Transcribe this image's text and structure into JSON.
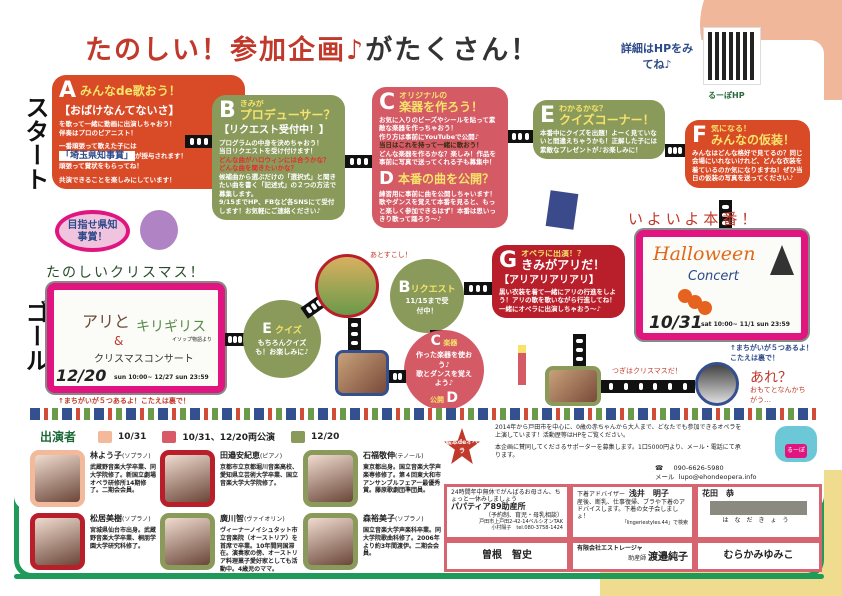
{
  "header": {
    "title_part1": "たのしい！参加企画♪",
    "title_part2": "がたくさん！",
    "hp_note": "詳細はHPをみてね♪",
    "qr_label": "るーぽHP"
  },
  "side": {
    "start": "スタート",
    "goal": "ゴール"
  },
  "A": {
    "letter": "A",
    "heading": "みんなde歌おう！",
    "big": "【おばけなんてないさ】",
    "l1": "を歌って一緒に動画に出演しちゃおう！",
    "l2": "伴奏はプロのピアニスト！",
    "l3": "一番頑張って歌えた子には",
    "award": "「埼玉県知事賞」",
    "l4": "が授与されます！",
    "l5": "頑張って賞状をもらってね！",
    "l6": "共演できることを楽しみにしています！"
  },
  "badge": "目指せ県知事賞！",
  "B": {
    "letter": "B",
    "sub": "きみが",
    "heading": "プロデューサー？",
    "big": "【リクエスト受付中！】",
    "l1": "プログラムの中身を決めちゃおう！",
    "l2": "当日リクエストを受け付けます！",
    "r1": "どんな曲がハロウィンには合うかな？",
    "r2": "どんな曲を聞きたいかな？",
    "l3": "候補曲から選ぶだけの「選択式」と聞きたい曲を書く「記述式」の２つの方法で募集します。",
    "l4": "9/15までHP、FBなど各SNSにて受付します！お気軽にご連絡ください♪"
  },
  "C": {
    "letter": "C",
    "sub": "オリジナルの",
    "heading": "楽器を作ろう！",
    "l1": "お気に入りのビーズやシールを貼って素敵な楽器を作っちゃおう！",
    "l2": "作り方は事前にYouTubeで公開♪",
    "l3": "当日はこれを持って一緒に歌おう！",
    "l4": "どんな楽器を作るかな？楽しみ！作品を事前に写真で送ってくれる子も募集中！"
  },
  "D": {
    "letter": "D",
    "heading": "本番の曲を公開？",
    "l1": "練習用に事前に曲を公開しちゃいます！歌やダンスを覚えて本番を見ると、もっと楽しく参加できるはず！本番は思いっきり歌って踊ろう～♪"
  },
  "E": {
    "letter": "E",
    "sub": "わかるかな？",
    "heading": "クイズコーナー！",
    "l1": "本番中にクイズを出題！よーく見ていないと間違えちゃうかも！正解した子には素敵なプレゼントが♪お楽しみに！"
  },
  "F": {
    "letter": "F",
    "sub": "気になる！",
    "heading": "みんなの仮装！",
    "l1": "みんなはどんな格好で見てるの？同じ会場にいれないけれど、どんな衣装を着ているのか気になりますね！ぜひ当日の仮装の写真を送ってください♪"
  },
  "G": {
    "letter": "G",
    "sub": "オペラに出演！？",
    "heading": "きみがアリだ！",
    "big": "【アリアリアリアリ】",
    "l1": "黒い衣装を着て一緒にアリの行進をしよう！アリの歌を歌いながら行進してね！一緒にオペラに出演しちゃおう～♪"
  },
  "halloween": {
    "lead": "いよいよ本番！",
    "title": "Halloween",
    "subtitle": "Concert",
    "date": "10/31",
    "time": "sat 10:00~ 11/1 sun 23:59",
    "note": "↑まちがいが５つあるよ！こたえは裏で！",
    "are": "あれ？",
    "are_sub": "おもてとなんかちがう…",
    "next": "つぎはクリスマスだ！"
  },
  "xmas": {
    "lead": "たのしいクリスマス！",
    "title1": "アリと",
    "title2": "キリギリス",
    "amp": "&",
    "from": "イソップ物語より",
    "title3": "クリスマスコンサート",
    "date": "12/20",
    "time": "sun 10:00~ 12/27 sun 23:59",
    "note": "↑まちがいが５つあるよ！こたえは裏で！",
    "soon": "あとすこし！"
  },
  "circles": {
    "E": {
      "letter": "E",
      "head": "クイズ",
      "body": "もちろんクイズも！お楽しみに♪"
    },
    "B": {
      "letter": "B",
      "head": "リクエスト",
      "body": "11/15まで受付中！"
    },
    "CD": {
      "c": "C",
      "c_head": "楽器",
      "c_body": "作った楽器を使おう♪",
      "d": "D",
      "d_body": "歌とダンスを覚えよう♪",
      "d_head": "公開"
    }
  },
  "performers": {
    "title": "出演者",
    "legend": [
      {
        "label": "10/31",
        "color": "#f2b99a"
      },
      {
        "label": "10/31、12/20両公演",
        "color": "#d75a66"
      },
      {
        "label": "12/20",
        "color": "#8a9a5b"
      }
    ],
    "list": [
      {
        "name": "林よう子",
        "part": "(ソプラノ)",
        "bio": "武蔵野音楽大学卒業、同大学院修了。新国立劇場オペラ研修所14期修了。二期会会員。",
        "color": "#f2b99a"
      },
      {
        "name": "田邉安紀恵",
        "part": "(ピアノ)",
        "bio": "京都市立京都堀川音楽高校、愛知県立芸術大学卒業、国立音楽大学大学院修了。",
        "color": "#b81f2a"
      },
      {
        "name": "石福敬伸",
        "part": "(テノール)",
        "bio": "東京都出身。国立音楽大学声楽専修修了。第４回東大和市アンサンブルフェアー最優秀賞。藤原歌劇団準団員。",
        "color": "#8a9a5b"
      },
      {
        "name": "松居美樹",
        "part": "(ソプラノ)",
        "bio": "宮城県仙台市出身。武蔵野音楽大学卒業、桐朋学園大学研究科修了。",
        "color": "#b81f2a"
      },
      {
        "name": "廣川智",
        "part": "(ヴァイオリン)",
        "bio": "ヴィーナーノイシュタット市立音楽院（オーストリア）を首席で卒業。10年間同国滞在。演奏家の傍、オーストリア料理菓子愛好家としても活動中。4歳児のママ。",
        "color": "#8a9a5b"
      },
      {
        "name": "森裕美子",
        "part": "(ソプラノ)",
        "bio": "国立音楽大学声楽科卒業。同大学院歌曲科修了。2006年より約3年間渡伊。二期会会員。",
        "color": "#8a9a5b"
      }
    ]
  },
  "about": {
    "logo": "絵本deオペラ",
    "p1": "2014年から戸田市を中心に、0歳の赤ちゃんから大人まで、どなたでも参加できるオペラを上演しています！活動歴等はHPをご覧ください。",
    "p2": "本企画に賛同してくださるサポーターを募集します。1口5000円より、メール・電話にて承ります。",
    "tel_label": "☎",
    "tel": "090-6626-5980",
    "mail_label": "メール",
    "mail": "lupo@ehondeopera.info",
    "mascot": "るーぽ"
  },
  "sponsors": {
    "s1": {
      "l1": "24時間年中無休でがんばるお母さん、ちょっと一休みしましょう",
      "name": "パパティア89助産所",
      "sub": "（予約制、育児・母乳相談）",
      "addr": "戸田市上戸田2-42-14ベルシオンTAK",
      "tel": "小村陽子　tel.080-3758-1424"
    },
    "s2": {
      "role": "下着アドバイザー",
      "name": "浅井　明子",
      "l1": "産後、断乳、仕事復帰、ブラや下着のアドバイスします。下着の女子会しましょ！",
      "search": "「lingeriestyles.44」で検索"
    },
    "s3": {
      "name": "花田　恭",
      "stamp": "はなだきょう"
    },
    "s4": {
      "name": "曽根　智史"
    },
    "s5": {
      "company": "有限会社エストレージャ",
      "role": "助産師",
      "name": "渡邉純子"
    },
    "s6": {
      "name": "むらかみゆみこ"
    }
  }
}
